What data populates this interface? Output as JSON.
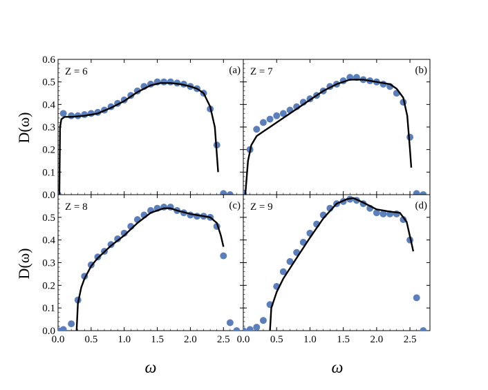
{
  "chart_data": {
    "type": "scatter",
    "layout": "2x2 panels, shared axes",
    "xlabel": "ω",
    "ylabel": "D(ω)",
    "xlim": [
      0,
      2.8
    ],
    "x_ticks": [
      "0.0",
      "0.5",
      "1.0",
      "1.5",
      "2.0",
      "2.5"
    ],
    "colors": {
      "points": "#5b7fba",
      "curve": "#000000",
      "frame": "#000000"
    },
    "panels": [
      {
        "tag": "(a)",
        "z_label": "Z = 6",
        "ylim": [
          0,
          0.6
        ],
        "y_ticks": [
          "0.0",
          "0.1",
          "0.2",
          "0.3",
          "0.4",
          "0.5",
          "0.6"
        ],
        "points": [
          [
            0.0,
            0.0
          ],
          [
            0.08,
            0.36
          ],
          [
            0.2,
            0.35
          ],
          [
            0.3,
            0.35
          ],
          [
            0.4,
            0.355
          ],
          [
            0.5,
            0.36
          ],
          [
            0.6,
            0.365
          ],
          [
            0.7,
            0.375
          ],
          [
            0.8,
            0.39
          ],
          [
            0.9,
            0.405
          ],
          [
            1.0,
            0.42
          ],
          [
            1.1,
            0.44
          ],
          [
            1.2,
            0.46
          ],
          [
            1.3,
            0.48
          ],
          [
            1.4,
            0.49
          ],
          [
            1.5,
            0.5
          ],
          [
            1.6,
            0.5
          ],
          [
            1.7,
            0.5
          ],
          [
            1.8,
            0.495
          ],
          [
            1.9,
            0.49
          ],
          [
            2.0,
            0.48
          ],
          [
            2.1,
            0.47
          ],
          [
            2.2,
            0.45
          ],
          [
            2.3,
            0.38
          ],
          [
            2.4,
            0.22
          ],
          [
            2.5,
            0.005
          ],
          [
            2.6,
            0.0
          ]
        ],
        "curve": [
          [
            0.02,
            0.0
          ],
          [
            0.03,
            0.3
          ],
          [
            0.05,
            0.335
          ],
          [
            0.1,
            0.345
          ],
          [
            0.2,
            0.345
          ],
          [
            0.4,
            0.35
          ],
          [
            0.6,
            0.36
          ],
          [
            0.8,
            0.385
          ],
          [
            1.0,
            0.415
          ],
          [
            1.2,
            0.455
          ],
          [
            1.4,
            0.485
          ],
          [
            1.55,
            0.495
          ],
          [
            1.7,
            0.495
          ],
          [
            1.85,
            0.49
          ],
          [
            2.0,
            0.48
          ],
          [
            2.1,
            0.47
          ],
          [
            2.2,
            0.45
          ],
          [
            2.3,
            0.39
          ],
          [
            2.37,
            0.3
          ],
          [
            2.42,
            0.1
          ]
        ]
      },
      {
        "tag": "(b)",
        "z_label": "Z = 7",
        "ylim": [
          0,
          0.6
        ],
        "y_ticks": [
          "0.0",
          "0.1",
          "0.2",
          "0.3",
          "0.4",
          "0.5"
        ],
        "points": [
          [
            0.0,
            0.005
          ],
          [
            0.1,
            0.2
          ],
          [
            0.2,
            0.29
          ],
          [
            0.3,
            0.32
          ],
          [
            0.4,
            0.335
          ],
          [
            0.5,
            0.35
          ],
          [
            0.6,
            0.36
          ],
          [
            0.7,
            0.375
          ],
          [
            0.8,
            0.39
          ],
          [
            0.9,
            0.41
          ],
          [
            1.0,
            0.425
          ],
          [
            1.1,
            0.44
          ],
          [
            1.2,
            0.46
          ],
          [
            1.3,
            0.48
          ],
          [
            1.4,
            0.49
          ],
          [
            1.5,
            0.505
          ],
          [
            1.6,
            0.52
          ],
          [
            1.7,
            0.52
          ],
          [
            1.8,
            0.51
          ],
          [
            1.9,
            0.505
          ],
          [
            2.0,
            0.5
          ],
          [
            2.1,
            0.49
          ],
          [
            2.2,
            0.48
          ],
          [
            2.3,
            0.45
          ],
          [
            2.4,
            0.41
          ],
          [
            2.5,
            0.255
          ],
          [
            2.6,
            0.005
          ],
          [
            2.7,
            0.0
          ]
        ],
        "curve": [
          [
            0.03,
            0.0
          ],
          [
            0.07,
            0.15
          ],
          [
            0.12,
            0.22
          ],
          [
            0.2,
            0.26
          ],
          [
            0.3,
            0.28
          ],
          [
            0.4,
            0.3
          ],
          [
            0.6,
            0.34
          ],
          [
            0.8,
            0.38
          ],
          [
            1.0,
            0.42
          ],
          [
            1.2,
            0.46
          ],
          [
            1.4,
            0.49
          ],
          [
            1.6,
            0.51
          ],
          [
            1.8,
            0.51
          ],
          [
            2.0,
            0.5
          ],
          [
            2.2,
            0.49
          ],
          [
            2.3,
            0.47
          ],
          [
            2.4,
            0.43
          ],
          [
            2.46,
            0.35
          ],
          [
            2.5,
            0.2
          ],
          [
            2.52,
            0.12
          ]
        ]
      },
      {
        "tag": "(c)",
        "z_label": "Z = 8",
        "ylim": [
          0,
          0.6
        ],
        "y_ticks": [
          "0.0",
          "0.1",
          "0.2",
          "0.3",
          "0.4",
          "0.5"
        ],
        "points": [
          [
            0.0,
            0.0
          ],
          [
            0.08,
            0.005
          ],
          [
            0.2,
            0.03
          ],
          [
            0.3,
            0.135
          ],
          [
            0.4,
            0.24
          ],
          [
            0.5,
            0.29
          ],
          [
            0.6,
            0.325
          ],
          [
            0.7,
            0.35
          ],
          [
            0.8,
            0.38
          ],
          [
            0.9,
            0.405
          ],
          [
            1.0,
            0.43
          ],
          [
            1.1,
            0.46
          ],
          [
            1.2,
            0.49
          ],
          [
            1.3,
            0.51
          ],
          [
            1.4,
            0.53
          ],
          [
            1.5,
            0.54
          ],
          [
            1.6,
            0.545
          ],
          [
            1.7,
            0.545
          ],
          [
            1.8,
            0.53
          ],
          [
            1.9,
            0.52
          ],
          [
            2.0,
            0.51
          ],
          [
            2.1,
            0.505
          ],
          [
            2.2,
            0.505
          ],
          [
            2.3,
            0.5
          ],
          [
            2.4,
            0.46
          ],
          [
            2.5,
            0.33
          ],
          [
            2.6,
            0.035
          ],
          [
            2.7,
            0.0
          ]
        ],
        "curve": [
          [
            0.28,
            0.0
          ],
          [
            0.3,
            0.12
          ],
          [
            0.35,
            0.19
          ],
          [
            0.4,
            0.23
          ],
          [
            0.5,
            0.285
          ],
          [
            0.6,
            0.32
          ],
          [
            0.8,
            0.375
          ],
          [
            1.0,
            0.42
          ],
          [
            1.2,
            0.475
          ],
          [
            1.4,
            0.52
          ],
          [
            1.6,
            0.54
          ],
          [
            1.7,
            0.54
          ],
          [
            1.8,
            0.53
          ],
          [
            2.0,
            0.515
          ],
          [
            2.2,
            0.505
          ],
          [
            2.3,
            0.5
          ],
          [
            2.4,
            0.475
          ],
          [
            2.46,
            0.42
          ],
          [
            2.5,
            0.37
          ]
        ]
      },
      {
        "tag": "(d)",
        "z_label": "Z = 9",
        "ylim": [
          0,
          0.6
        ],
        "y_ticks": [
          "0.0",
          "0.1",
          "0.2",
          "0.3",
          "0.4",
          "0.5"
        ],
        "points": [
          [
            0.0,
            0.0
          ],
          [
            0.1,
            0.005
          ],
          [
            0.2,
            0.015
          ],
          [
            0.3,
            0.045
          ],
          [
            0.4,
            0.115
          ],
          [
            0.5,
            0.195
          ],
          [
            0.6,
            0.26
          ],
          [
            0.7,
            0.305
          ],
          [
            0.8,
            0.345
          ],
          [
            0.9,
            0.39
          ],
          [
            1.0,
            0.43
          ],
          [
            1.1,
            0.47
          ],
          [
            1.2,
            0.51
          ],
          [
            1.3,
            0.54
          ],
          [
            1.4,
            0.56
          ],
          [
            1.5,
            0.57
          ],
          [
            1.6,
            0.58
          ],
          [
            1.7,
            0.575
          ],
          [
            1.8,
            0.56
          ],
          [
            1.9,
            0.54
          ],
          [
            2.0,
            0.52
          ],
          [
            2.1,
            0.515
          ],
          [
            2.2,
            0.515
          ],
          [
            2.3,
            0.515
          ],
          [
            2.4,
            0.49
          ],
          [
            2.5,
            0.4
          ],
          [
            2.6,
            0.145
          ],
          [
            2.7,
            0.0
          ]
        ],
        "curve": [
          [
            0.4,
            0.0
          ],
          [
            0.42,
            0.1
          ],
          [
            0.5,
            0.17
          ],
          [
            0.6,
            0.23
          ],
          [
            0.8,
            0.32
          ],
          [
            1.0,
            0.41
          ],
          [
            1.2,
            0.495
          ],
          [
            1.4,
            0.56
          ],
          [
            1.55,
            0.58
          ],
          [
            1.65,
            0.585
          ],
          [
            1.8,
            0.565
          ],
          [
            2.0,
            0.535
          ],
          [
            2.2,
            0.525
          ],
          [
            2.35,
            0.52
          ],
          [
            2.45,
            0.48
          ],
          [
            2.52,
            0.39
          ],
          [
            2.55,
            0.35
          ]
        ]
      }
    ]
  }
}
